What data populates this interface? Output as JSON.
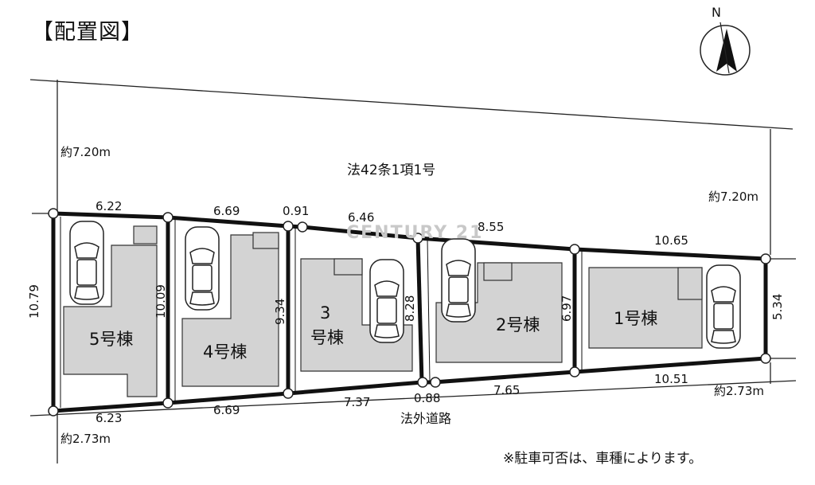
{
  "title": "【配置図】",
  "compass": {
    "label": "N"
  },
  "roads": {
    "north_road": "法42条1項1号",
    "south_road": "法外道路",
    "width_left_top": "約7.20m",
    "width_right_top": "約7.20m",
    "width_left_bottom": "約2.73m",
    "width_right_bottom": "約2.73m"
  },
  "dimensions": {
    "top": [
      "6.22",
      "6.69",
      "0.91",
      "6.46",
      "8.55",
      "10.65"
    ],
    "bottom": [
      "6.23",
      "6.69",
      "7.37",
      "0.88",
      "7.65",
      "10.51"
    ],
    "sides": [
      "10.79",
      "10.09",
      "9.34",
      "8.28",
      "6.97",
      "5.34"
    ]
  },
  "buildings": [
    {
      "label": "5号棟"
    },
    {
      "label": "4号棟"
    },
    {
      "label_line1": "3",
      "label_line2": "号棟"
    },
    {
      "label": "2号棟"
    },
    {
      "label": "1号棟"
    }
  ],
  "note": "※駐車可否は、車種によります。",
  "watermark": "CENTURY 21"
}
